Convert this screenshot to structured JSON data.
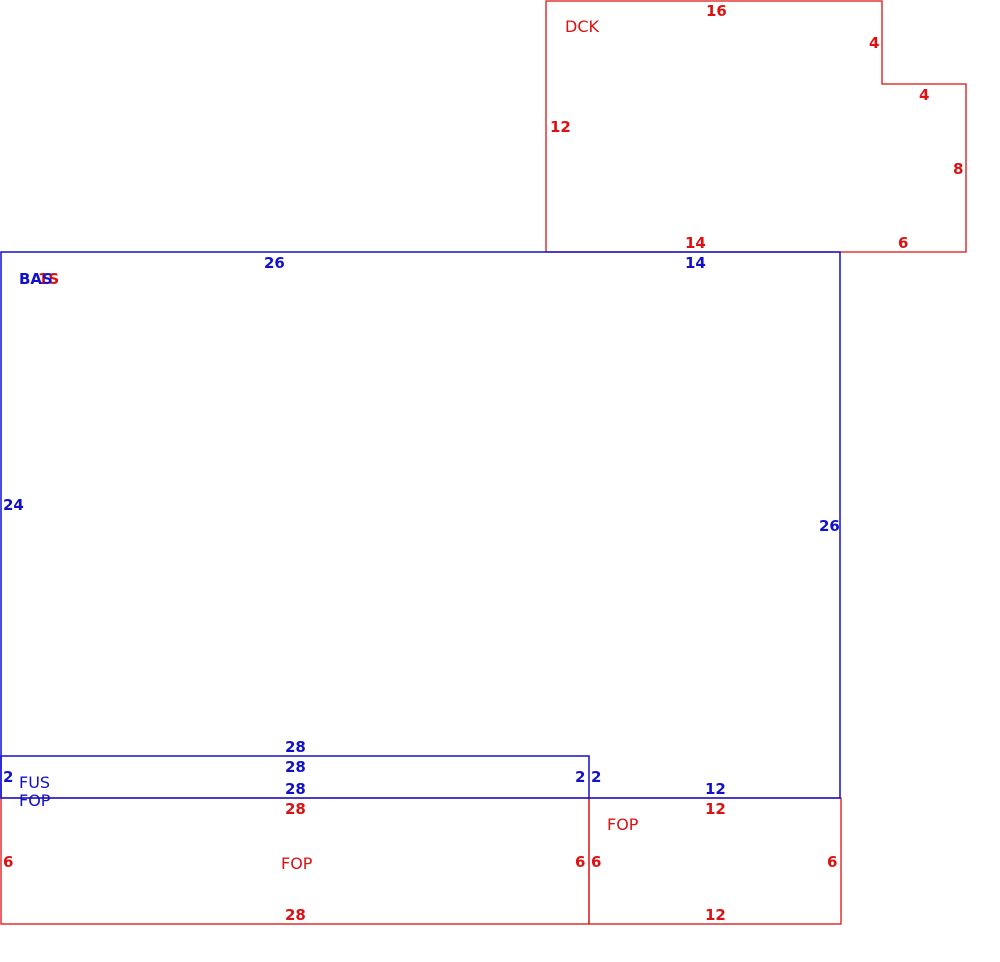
{
  "colors": {
    "red": "#dd1111",
    "blue": "#1111cc",
    "background": "#ffffff"
  },
  "labels": {
    "dck": "DCK",
    "bas": "BAS",
    "bas_overlap": "1S",
    "fus": "FUS",
    "fop_left_blue": "FOP",
    "fop_right": "FOP",
    "fop_bottom": "FOP"
  },
  "dims": {
    "dck_top": "16",
    "dck_notch_v": "4",
    "dck_notch_h": "4",
    "dck_right": "8",
    "dck_left": "12",
    "dck_bottom_left": "14",
    "dck_bottom_right": "6",
    "bas_top_left": "26",
    "bas_top_right": "14",
    "bas_left": "24",
    "bas_right": "26",
    "fus_top": "28",
    "fus_top_inner": "28",
    "fus_bottom": "28",
    "fus_left": "2",
    "fus_right": "2",
    "fus_step": "2",
    "bas_bottom_right": "12",
    "fop_right_top": "12",
    "fop_left_top": "28",
    "fop_left_left": "6",
    "fop_left_right": "6",
    "fop_right_left": "6",
    "fop_right_right": "6",
    "fop_left_bottom": "28",
    "fop_right_bottom": "12"
  }
}
